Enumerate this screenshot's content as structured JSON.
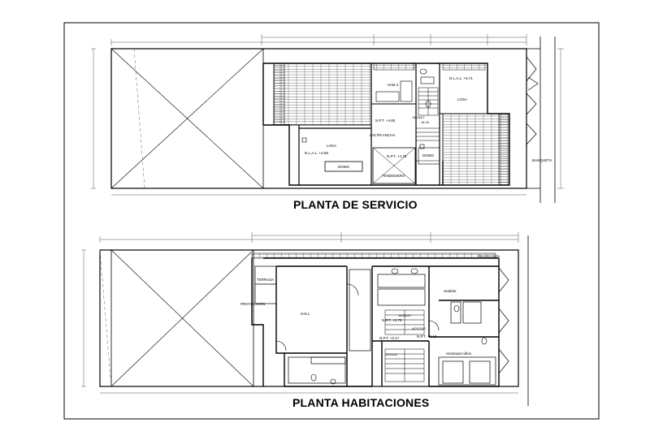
{
  "titles": {
    "servicio": "PLANTA DE SERVICIO",
    "habitaciones": "PLANTA HABITACIONES"
  },
  "labels": {
    "hab4": "HAB.4",
    "nlal_top": "N.L.A.L. +5.71",
    "losa_right": "LOSA",
    "npt_top": "N.P.T. +4.80",
    "stair_top": "15/18/27",
    "stair_top_2": "16  24",
    "lav_plancha": "LAV./PLANCHA",
    "losa_mid": "LOSA",
    "nlal_mid": "N.L.A.L. +4.69",
    "domo_mid": "DOMO",
    "npt_mid": "N.P.T. +4.75",
    "domo_right": "DOMO",
    "tendedero": "TENDEDERO",
    "banqueta": "BANQUETA",
    "proyeccion_right": "PROYECCION",
    "terraza": "TERRAZA",
    "proyeccion_left": "PROYECCION",
    "hall": "HALL",
    "vestidor": "vestidor",
    "npt_275": "N.P.T. +2.75",
    "stair_bottom": "16/18/20",
    "stair_bottom_2": "4/21/23/0",
    "npt_217": "N.P.T. +2.17",
    "npt_319": "N.P.T. +3.19",
    "stair_bottom_3": "11/11/20",
    "recamara": "recámara niños"
  }
}
